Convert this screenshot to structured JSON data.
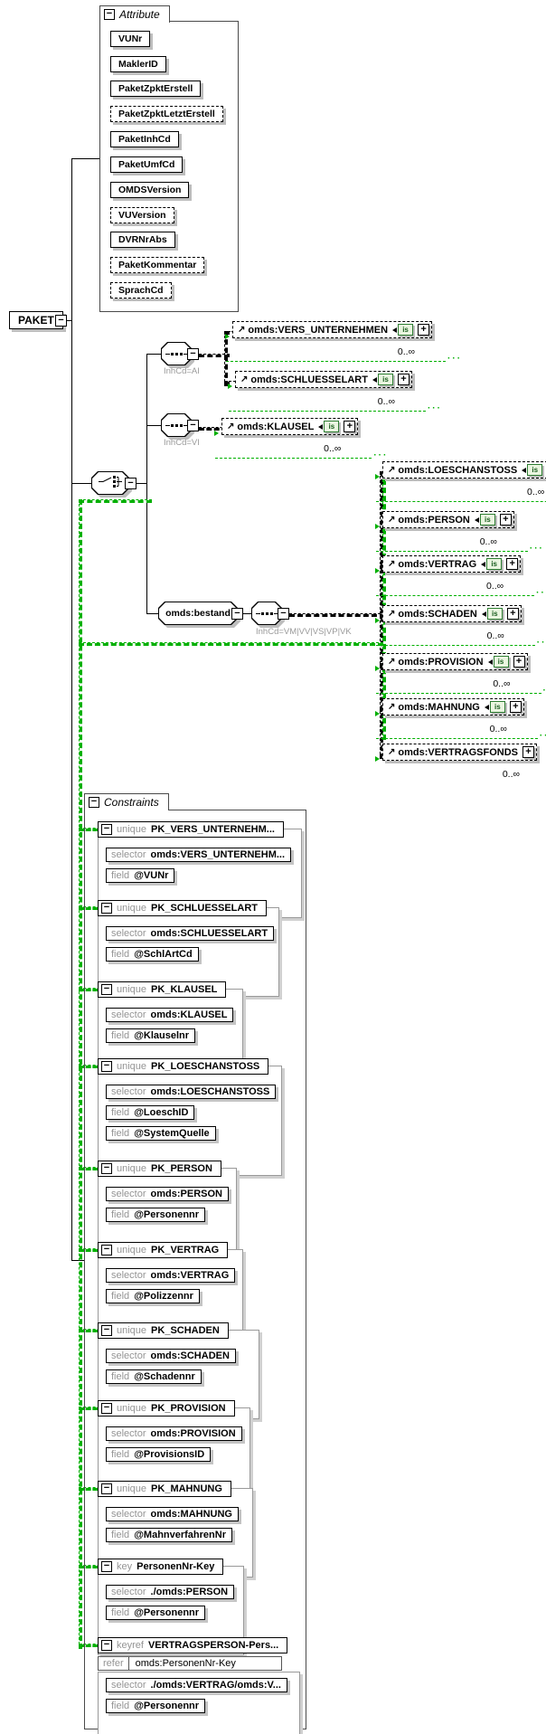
{
  "root": {
    "label": "PAKET"
  },
  "attributes_panel": {
    "title": "Attribute",
    "items": [
      {
        "label": "VUNr",
        "optional": false
      },
      {
        "label": "MaklerID",
        "optional": false
      },
      {
        "label": "PaketZpktErstell",
        "optional": false
      },
      {
        "label": "PaketZpktLetztErstell",
        "optional": true
      },
      {
        "label": "PaketInhCd",
        "optional": false
      },
      {
        "label": "PaketUmfCd",
        "optional": false
      },
      {
        "label": "OMDSVersion",
        "optional": false
      },
      {
        "label": "VUVersion",
        "optional": true
      },
      {
        "label": "DVRNrAbs",
        "optional": false
      },
      {
        "label": "PaketKommentar",
        "optional": true
      },
      {
        "label": "SprachCd",
        "optional": true
      }
    ]
  },
  "tree": {
    "branches": [
      {
        "kind": "sequence",
        "condition": "InhCd=AI",
        "children": [
          {
            "label": "omds:VERS_UNTERNEHMEN",
            "occurs": "0..∞",
            "badge": "is"
          },
          {
            "label": "omds:SCHLUESSELART",
            "occurs": "0..∞",
            "badge": "is"
          }
        ]
      },
      {
        "kind": "sequence",
        "condition": "InhCd=VI",
        "children": [
          {
            "label": "omds:KLAUSEL",
            "occurs": "0..∞",
            "badge": "is"
          }
        ]
      },
      {
        "kind": "element-sequence",
        "label": "omds:bestand",
        "condition": "InhCd=VM|VV|VS|VP|VK",
        "children": [
          {
            "label": "omds:LOESCHANSTOSS",
            "occurs": "0..∞",
            "badge": "is"
          },
          {
            "label": "omds:PERSON",
            "occurs": "0..∞",
            "badge": "is"
          },
          {
            "label": "omds:VERTRAG",
            "occurs": "0..∞",
            "badge": "is"
          },
          {
            "label": "omds:SCHADEN",
            "occurs": "0..∞",
            "badge": "is"
          },
          {
            "label": "omds:PROVISION",
            "occurs": "0..∞",
            "badge": "is"
          },
          {
            "label": "omds:MAHNUNG",
            "occurs": "0..∞",
            "badge": "is"
          },
          {
            "label": "omds:VERTRAGSFONDS",
            "occurs": "0..∞",
            "badge": null
          }
        ]
      }
    ]
  },
  "constraints_panel": {
    "title": "Constraints",
    "labels": {
      "unique": "unique",
      "key": "key",
      "keyref": "keyref",
      "selector": "selector",
      "field": "field",
      "refer": "refer"
    },
    "items": [
      {
        "kind": "unique",
        "name": "PK_VERS_UNTERNEHM...",
        "selector": "omds:VERS_UNTERNEHM...",
        "fields": [
          "@VUNr"
        ]
      },
      {
        "kind": "unique",
        "name": "PK_SCHLUESSELART",
        "selector": "omds:SCHLUESSELART",
        "fields": [
          "@SchlArtCd"
        ]
      },
      {
        "kind": "unique",
        "name": "PK_KLAUSEL",
        "selector": "omds:KLAUSEL",
        "fields": [
          "@Klauselnr"
        ]
      },
      {
        "kind": "unique",
        "name": "PK_LOESCHANSTOSS",
        "selector": "omds:LOESCHANSTOSS",
        "fields": [
          "@LoeschID",
          "@SystemQuelle"
        ]
      },
      {
        "kind": "unique",
        "name": "PK_PERSON",
        "selector": "omds:PERSON",
        "fields": [
          "@Personennr"
        ]
      },
      {
        "kind": "unique",
        "name": "PK_VERTRAG",
        "selector": "omds:VERTRAG",
        "fields": [
          "@Polizzennr"
        ]
      },
      {
        "kind": "unique",
        "name": "PK_SCHADEN",
        "selector": "omds:SCHADEN",
        "fields": [
          "@Schadennr"
        ]
      },
      {
        "kind": "unique",
        "name": "PK_PROVISION",
        "selector": "omds:PROVISION",
        "fields": [
          "@ProvisionsID"
        ]
      },
      {
        "kind": "unique",
        "name": "PK_MAHNUNG",
        "selector": "omds:MAHNUNG",
        "fields": [
          "@MahnverfahrenNr"
        ]
      },
      {
        "kind": "key",
        "name": "PersonenNr-Key",
        "selector": "./omds:PERSON",
        "fields": [
          "@Personennr"
        ]
      },
      {
        "kind": "keyref",
        "name": "VERTRAGSPERSON-Pers...",
        "refer": "omds:PersonenNr-Key",
        "selector": "./omds:VERTRAG/omds:V...",
        "fields": [
          "@Personennr"
        ]
      }
    ]
  },
  "colors": {
    "line": "#000000",
    "optional_green": "#00b000",
    "shadow": "#bdbdbd",
    "gray_label": "#9a9a9a"
  }
}
